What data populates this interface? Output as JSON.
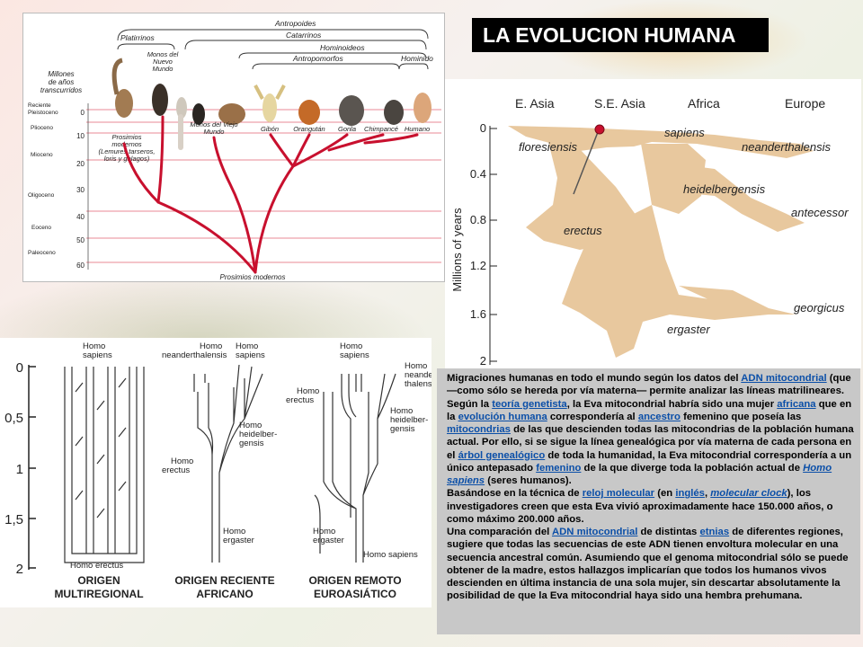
{
  "title": "LA EVOLUCION HUMANA",
  "primate_tree": {
    "groups": {
      "antropoides": "Antropoides",
      "platirrinos": "Platirrinos",
      "catarrinos": "Catarrinos",
      "hominoideos": "Hominoideos",
      "antropomorfos": "Antropomorfos",
      "hominido": "Hominido"
    },
    "axis_title": [
      "Millones",
      "de años",
      "transcurridos"
    ],
    "eras": [
      "Reciente",
      "Pleistoceno",
      "Plioceno",
      "Mioceno",
      "Oligoceno",
      "Eoceno",
      "Paleoceno"
    ],
    "ticks": [
      "0",
      "10",
      "20",
      "30",
      "40",
      "50",
      "60"
    ],
    "taxa": {
      "monos_nuevo": [
        "Monos del",
        "Nuevo",
        "Mundo"
      ],
      "prosimios": [
        "Prosimios",
        "modernos",
        "(Lemures,tarseros,",
        "loris y galagos)"
      ],
      "monos_viejo": [
        "Monos del Viejo",
        "Mundo"
      ],
      "gibon": "Gibón",
      "orangutan": "Orangután",
      "gorila": "Gorila",
      "chimpance": "Chimpancé",
      "humano": "Humano"
    },
    "root": "Prosimios modernos"
  },
  "species_chart": {
    "regions": [
      "E. Asia",
      "S.E. Asia",
      "Africa",
      "Europe"
    ],
    "ylabel": "Millions of years",
    "ticks": [
      "0",
      "0.4",
      "0.8",
      "1.2",
      "1.6",
      "2"
    ],
    "species": {
      "floresiensis": "floresiensis",
      "sapiens": "sapiens",
      "neanderthalensis": "neanderthalensis",
      "heidelbergensis": "heidelbergensis",
      "antecessor": "antecessor",
      "erectus": "erectus",
      "georgicus": "georgicus",
      "ergaster": "ergaster"
    }
  },
  "origin_models": {
    "ticks": [
      "0",
      "0,5",
      "1",
      "1,5",
      "2"
    ],
    "model1": {
      "top": [
        "Homo",
        "sapiens"
      ],
      "bottom": "Homo erectus",
      "caption": [
        "ORIGEN",
        "MULTIREGIONAL"
      ]
    },
    "model2": {
      "neander": [
        "Homo",
        "neanderthalensis"
      ],
      "sapiens": [
        "Homo",
        "sapiens"
      ],
      "heidel": [
        "Homo",
        "heidelber-",
        "gensis"
      ],
      "erectus": [
        "Homo",
        "erectus"
      ],
      "ergaster": [
        "Homo",
        "ergaster"
      ],
      "caption": [
        "ORIGEN RECIENTE",
        "AFRICANO"
      ]
    },
    "model3": {
      "sapiens_top": [
        "Homo",
        "sapiens"
      ],
      "neander": [
        "Homo",
        "neander",
        "thalensis"
      ],
      "erectus": [
        "Homo",
        "erectus"
      ],
      "heidel": [
        "Homo",
        "heidelber-",
        "gensis"
      ],
      "ergaster": [
        "Homo",
        "ergaster"
      ],
      "sapiens_bottom": "Homo sapiens",
      "caption": [
        "ORIGEN REMOTO",
        "EUROASIÁTICO"
      ]
    }
  },
  "text": {
    "p1": {
      "s1": "Migraciones humanas en todo el mundo según los datos del ",
      "l1": "ADN mitocondrial",
      "s2": " (que —como sólo se hereda por vía materna— permite analizar las líneas matrilineares."
    },
    "p2": {
      "s1": "Según la ",
      "l1": "teoría genetista",
      "s2": ", la Eva mitocondrial habría sido una mujer ",
      "l2": "africana",
      "s3": " que en la ",
      "l3": "evolución humana",
      "s4": " correspondería al ",
      "l4": "ancestro",
      "s5": " femenino que poseía las ",
      "l5": "mitocondrias",
      "s6": " de las que descienden todas las mitocondrias de la población humana actual. Por ello, si se sigue la línea genealógica por vía materna de cada persona en el ",
      "l6": "árbol genealógico",
      "s7": " de toda la humanidad, la Eva mitocondrial correspondería a un único antepasado ",
      "l7": "femenino",
      "s8": " de la que diverge toda la población actual de ",
      "l8": "Homo sapiens",
      "s9": " (seres humanos)."
    },
    "p3": {
      "s1": "Basándose en la técnica de ",
      "l1": "reloj molecular",
      "s2": " (en ",
      "l2": "inglés",
      "s3": ", ",
      "l3": "molecular clock",
      "s4": "), los investigadores creen que esta Eva vivió aproximadamente hace 150.000 años, o como máximo 200.000 años."
    },
    "p4": {
      "s1": "Una comparación del ",
      "l1": "ADN mitocondrial",
      "s2": " de distintas ",
      "l2": "etnias",
      "s3": " de diferentes regiones, sugiere que todas las secuencias de este ADN tienen envoltura molecular en una secuencia ancestral común. Asumiendo que el genoma mitocondrial sólo se puede obtener de la madre, estos hallazgos implicarían que todos los humanos vivos descienden en última instancia de una sola mujer, sin descartar absolutamente la posibilidad de que la Eva mitocondrial haya sido una hembra prehumana."
    }
  }
}
